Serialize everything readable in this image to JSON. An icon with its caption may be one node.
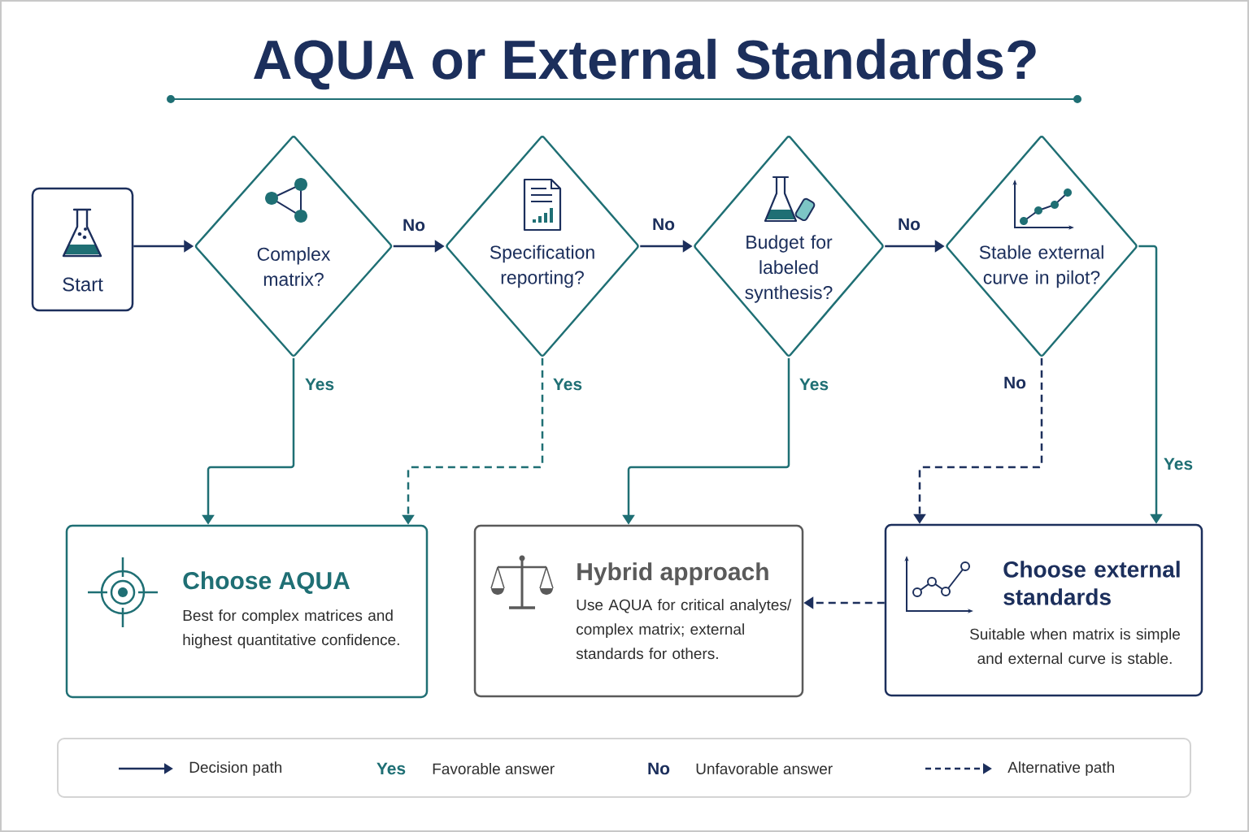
{
  "diagram": {
    "title": "AQUA or External Standards?",
    "nodes": [
      {
        "text": [
          "Start"
        ]
      },
      {
        "text": [
          "Complex matrix?"
        ]
      },
      {
        "text": [
          "Specification reporting?"
        ]
      },
      {
        "text": [
          "Budget for labeled synthesis?"
        ]
      },
      {
        "text": [
          "Stable external curve in pilot?"
        ]
      },
      {
        "text": [
          "Choose AQUA",
          "Best for complex matrices and highest quantitative confidence."
        ]
      },
      {
        "text": [
          "Hybrid approach",
          "Use AQUA for critical analytes/ complex matrix; external standards for others."
        ]
      },
      {
        "text": [
          "Choose external standards",
          "Suitable when matrix is simple and external curve is stable."
        ]
      }
    ],
    "edges": [
      {
        "from": 0,
        "to": 1,
        "arrow": "to"
      },
      {
        "from": 1,
        "to": 2,
        "arrow": "to",
        "label": "No"
      },
      {
        "from": 2,
        "to": 3,
        "arrow": "to",
        "label": "No"
      },
      {
        "from": 3,
        "to": 4,
        "arrow": "to",
        "label": "No"
      },
      {
        "from": 1,
        "to": 5,
        "arrow": "to",
        "label": "Yes",
        "color": "#1f6f74"
      },
      {
        "from": 2,
        "to": 5,
        "arrow": "to",
        "label": "Yes",
        "style": "dashed",
        "color": "#1f6f74"
      },
      {
        "from": 3,
        "to": 6,
        "arrow": "to",
        "label": "Yes",
        "color": "#1f6f74"
      },
      {
        "from": 4,
        "to": 7,
        "arrow": "to",
        "label": "No",
        "style": "dashed"
      },
      {
        "from": 4,
        "to": 7,
        "arrow": "to",
        "label": "Yes",
        "color": "#1f6f74"
      },
      {
        "from": 7,
        "to": 6,
        "arrow": "to",
        "style": "dashed"
      }
    ],
    "labels": [
      "Yes",
      "No"
    ],
    "legend": [
      {
        "text": "Decision path"
      },
      {
        "text": "Favorable answer"
      },
      {
        "text": "Unfavorable answer"
      },
      {
        "text": "Alternative path"
      }
    ]
  }
}
